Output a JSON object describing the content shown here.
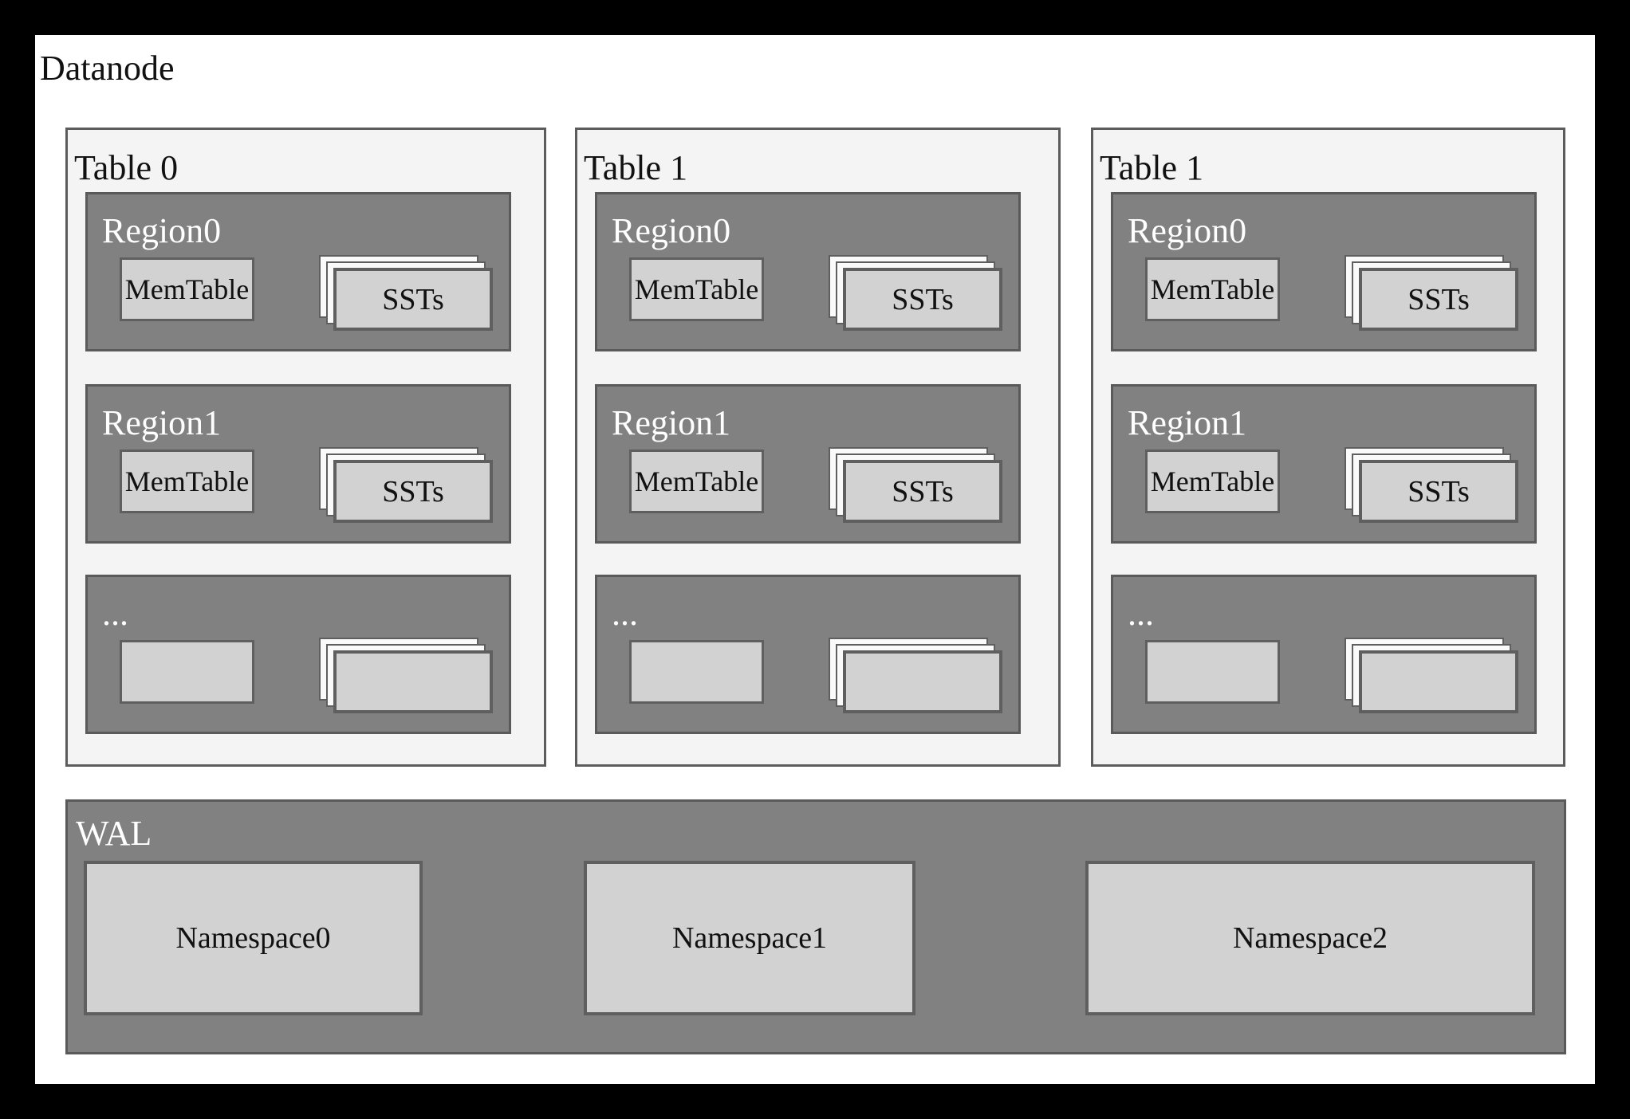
{
  "title": "Datanode",
  "tables": [
    {
      "label": "Table 0",
      "regions": [
        {
          "label": "Region0",
          "memtable_label": "MemTable",
          "ssts_label": "SSTs"
        },
        {
          "label": "Region1",
          "memtable_label": "MemTable",
          "ssts_label": "SSTs"
        },
        {
          "label": "...",
          "memtable_label": "",
          "ssts_label": ""
        }
      ]
    },
    {
      "label": "Table 1",
      "regions": [
        {
          "label": "Region0",
          "memtable_label": "MemTable",
          "ssts_label": "SSTs"
        },
        {
          "label": "Region1",
          "memtable_label": "MemTable",
          "ssts_label": "SSTs"
        },
        {
          "label": "...",
          "memtable_label": "",
          "ssts_label": ""
        }
      ]
    },
    {
      "label": "Table 1",
      "regions": [
        {
          "label": "Region0",
          "memtable_label": "MemTable",
          "ssts_label": "SSTs"
        },
        {
          "label": "Region1",
          "memtable_label": "MemTable",
          "ssts_label": "SSTs"
        },
        {
          "label": "...",
          "memtable_label": "",
          "ssts_label": ""
        }
      ]
    }
  ],
  "wal": {
    "label": "WAL",
    "namespaces": [
      {
        "label": "Namespace0"
      },
      {
        "label": "Namespace1"
      },
      {
        "label": "Namespace2"
      }
    ]
  },
  "colors": {
    "frame": "#000000",
    "canvas": "#ffffff",
    "table_fill": "#f4f4f4",
    "table_border": "#5c5c5c",
    "region_fill": "#818181",
    "region_border": "#5a5a5a",
    "box_fill": "#d2d2d2",
    "box_border": "#5f5f5f",
    "stack_back_fill": "#fafafa",
    "text_dark": "#111111",
    "text_light": "#ffffff"
  }
}
